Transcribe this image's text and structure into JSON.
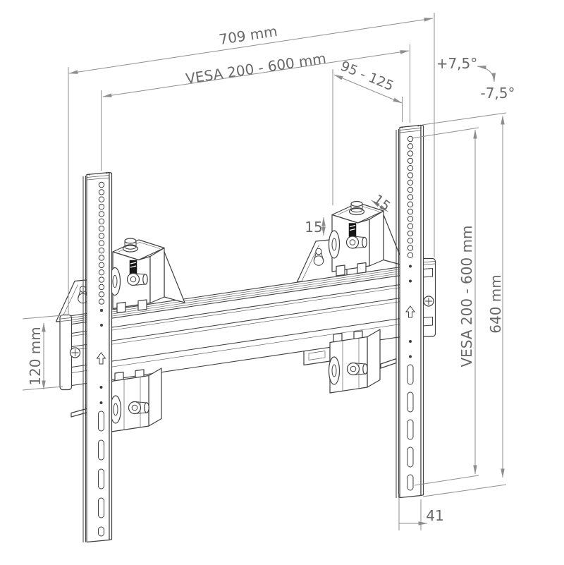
{
  "drawing": {
    "type": "technical-line-drawing",
    "subject": "Tilting TV wall mount rail system - dimensioned isometric view",
    "dimensions": {
      "overall_width": "709 mm",
      "vesa_width_range": "VESA 200 - 600 mm",
      "wall_distance_range": "95 - 125",
      "tilt_up": "+7,5°",
      "tilt_down": "-7,5°",
      "bracket_adjust_vertical": "15",
      "bracket_adjust_depth": "15",
      "rail_profile_height": "120 mm",
      "vesa_height_range": "VESA 200 - 600 mm",
      "overall_height": "640 mm",
      "profile_depth": "41"
    },
    "colors": {
      "background": "#ffffff",
      "part_line": "#3f3f3f",
      "dimension_line": "#8e8e8e",
      "label_text": "#686868"
    }
  }
}
